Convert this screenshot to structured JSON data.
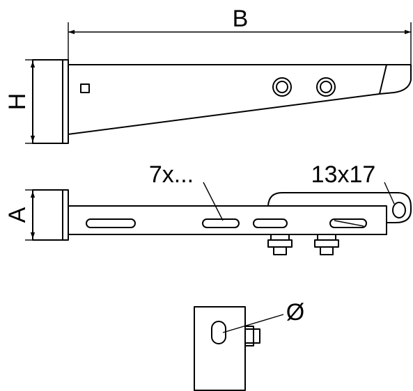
{
  "labels": {
    "width_dim": "B",
    "height_dim": "H",
    "flange_dim": "A",
    "slot_count": "7x...",
    "hole_size": "13x17",
    "diameter": "Ø"
  }
}
